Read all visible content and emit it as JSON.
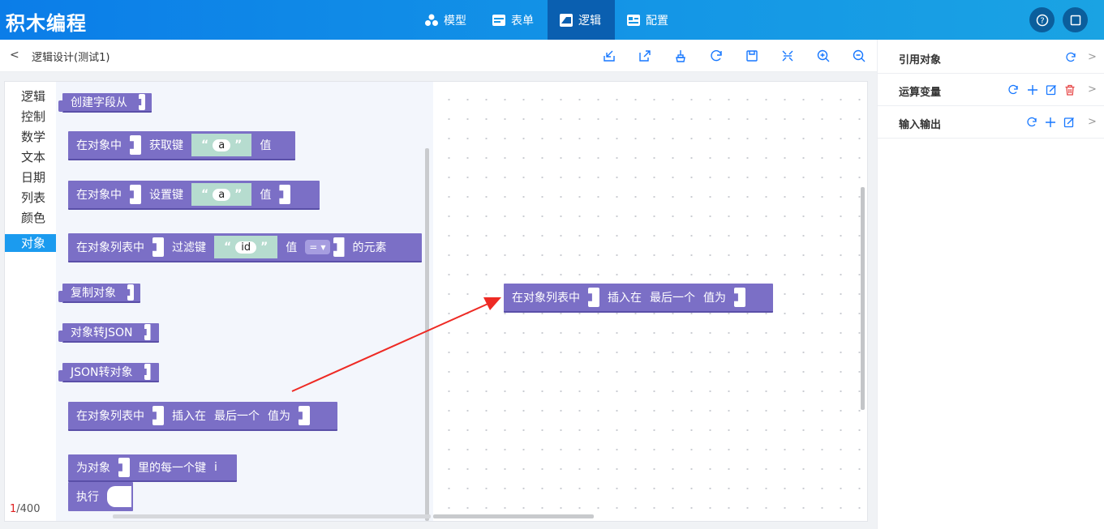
{
  "app": {
    "title": "积木编程"
  },
  "nav": [
    {
      "label": "模型",
      "icon": "model-icon"
    },
    {
      "label": "表单",
      "icon": "form-icon"
    },
    {
      "label": "逻辑",
      "icon": "logic-icon",
      "active": true
    },
    {
      "label": "配置",
      "icon": "config-icon"
    }
  ],
  "header_buttons": [
    "help-icon",
    "fullscreen-icon"
  ],
  "breadcrumb": {
    "back": "<",
    "title": "逻辑设计(测试1)"
  },
  "toolbar": [
    "import-icon",
    "export-icon",
    "clean-icon",
    "refresh-icon",
    "save-icon",
    "collapse-icon",
    "zoom-in-icon",
    "zoom-out-icon"
  ],
  "categories": [
    "逻辑",
    "控制",
    "数学",
    "文本",
    "日期",
    "列表",
    "颜色",
    "对象"
  ],
  "active_category": "对象",
  "blocks": {
    "create_field": {
      "t1": "创建字段从"
    },
    "get_key": {
      "t1": "在对象中",
      "t2": "获取键",
      "str": "a",
      "t3": "值"
    },
    "set_key": {
      "t1": "在对象中",
      "t2": "设置键",
      "str": "a",
      "t3": "值"
    },
    "filter_key": {
      "t1": "在对象列表中",
      "t2": "过滤键",
      "str": "id",
      "t3": "值",
      "op": "=",
      "t4": "的元素"
    },
    "copy_obj": {
      "t1": "复制对象"
    },
    "obj_to_json": {
      "t1": "对象转JSON"
    },
    "json_to_obj": {
      "t1": "JSON转对象"
    },
    "insert_list": {
      "t1": "在对象列表中",
      "t2": "插入在",
      "t3": "最后一个",
      "t4": "值为"
    },
    "for_each": {
      "t1": "为对象",
      "t2": "里的每一个键",
      "t3": "i",
      "t4": "执行"
    },
    "canvas_insert": {
      "t1": "在对象列表中",
      "t2": "插入在",
      "t3": "最后一个",
      "t4": "值为"
    }
  },
  "quote_open": "“",
  "quote_close": "”",
  "counter": {
    "current": "1",
    "total": "/400"
  },
  "right_panel": [
    {
      "label": "引用对象",
      "icons": [
        "refresh-icon"
      ]
    },
    {
      "label": "运算变量",
      "icons": [
        "refresh-icon",
        "plus-icon",
        "edit-icon",
        "delete-icon"
      ]
    },
    {
      "label": "输入输出",
      "icons": [
        "refresh-icon",
        "plus-icon",
        "edit-icon"
      ]
    }
  ],
  "colors": {
    "header": "#1496e6",
    "block": "#7b6fc6",
    "string_block": "#b6dccf",
    "accent": "#1677ff",
    "arrow": "#ee2a24",
    "danger": "#e64545"
  }
}
